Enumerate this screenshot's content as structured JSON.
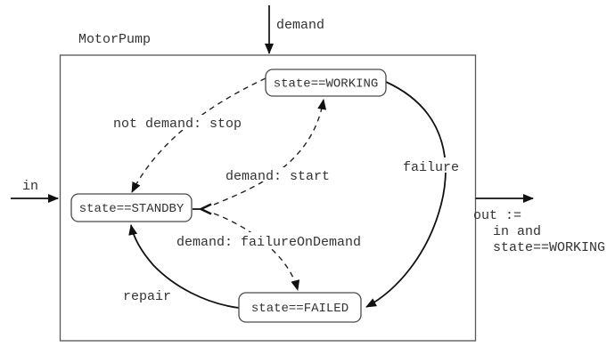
{
  "figure": {
    "title": "MotorPump",
    "colors": {
      "line": "#111111",
      "text": "#333333",
      "state_border": "#4a4a4a",
      "background": "#ffffff"
    },
    "inputs": [
      {
        "id": "demand",
        "label": "demand"
      },
      {
        "id": "in",
        "label": "in"
      }
    ],
    "output": {
      "lines": [
        "out :=",
        "in and",
        "state==WORKING"
      ]
    },
    "states": [
      {
        "id": "working",
        "label": "state==WORKING"
      },
      {
        "id": "standby",
        "label": "state==STANDBY"
      },
      {
        "id": "failed",
        "label": "state==FAILED"
      }
    ],
    "transitions": [
      {
        "id": "not-demand-stop",
        "label": "not demand: stop",
        "style": "dashed",
        "from": "WORKING",
        "to": "STANDBY"
      },
      {
        "id": "demand-start",
        "label": "demand: start",
        "style": "dashed",
        "from": "STANDBY",
        "to": "WORKING"
      },
      {
        "id": "failure-on-demand",
        "label": "demand: failureOnDemand",
        "style": "dashed",
        "from": "STANDBY",
        "to": "FAILED"
      },
      {
        "id": "failure",
        "label": "failure",
        "style": "solid",
        "from": "WORKING",
        "to": "FAILED"
      },
      {
        "id": "repair",
        "label": "repair",
        "style": "solid",
        "from": "FAILED",
        "to": "STANDBY"
      }
    ]
  }
}
